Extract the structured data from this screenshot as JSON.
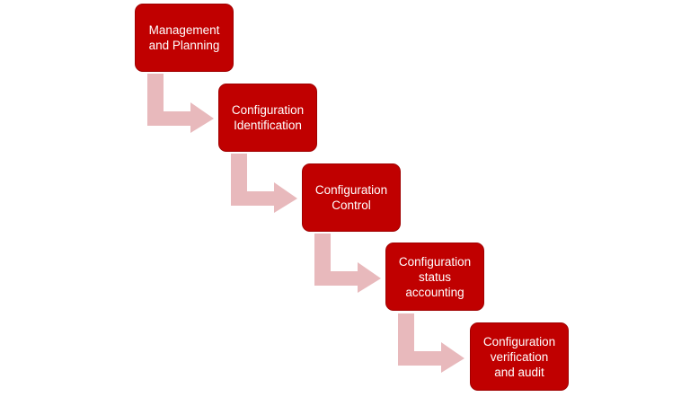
{
  "colors": {
    "box_fill": "#C00000",
    "box_border": "#A00000",
    "arrow_fill": "#E8B9BC",
    "text": "#FFFFFF"
  },
  "steps": [
    {
      "label": "Management\nand Planning"
    },
    {
      "label": "Configuration\nIdentification"
    },
    {
      "label": "Configuration\nControl"
    },
    {
      "label": "Configuration\nstatus\naccounting"
    },
    {
      "label": "Configuration\nverification\nand audit"
    }
  ],
  "connector_icon": "bent-down-right-arrow-icon"
}
